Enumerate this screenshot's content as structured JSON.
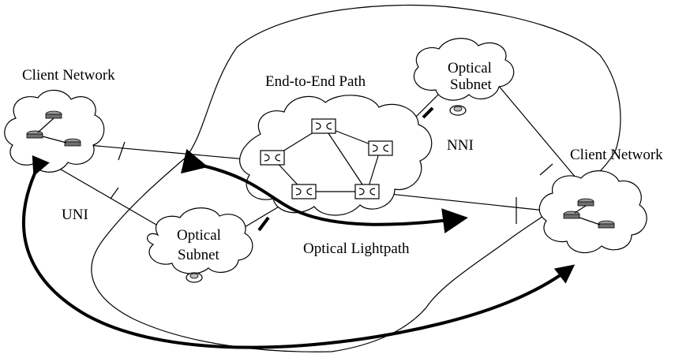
{
  "labels": {
    "client_network_left": "Client Network",
    "client_network_right": "Client Network",
    "end_to_end_path": "End-to-End Path",
    "optical_subnet_top_line1": "Optical",
    "optical_subnet_top_line2": "Subnet",
    "optical_subnet_bottom_line1": "Optical",
    "optical_subnet_bottom_line2": "Subnet",
    "nni": "NNI",
    "uni": "UNI",
    "optical_lightpath": "Optical Lightpath"
  },
  "colors": {
    "line": "#000000",
    "router_top": "#9a9a9a",
    "router_body": "#6f6f6f",
    "background": "#ffffff"
  },
  "icons": [
    "optical-switch-icon",
    "router-icon",
    "interface-marker-icon"
  ]
}
